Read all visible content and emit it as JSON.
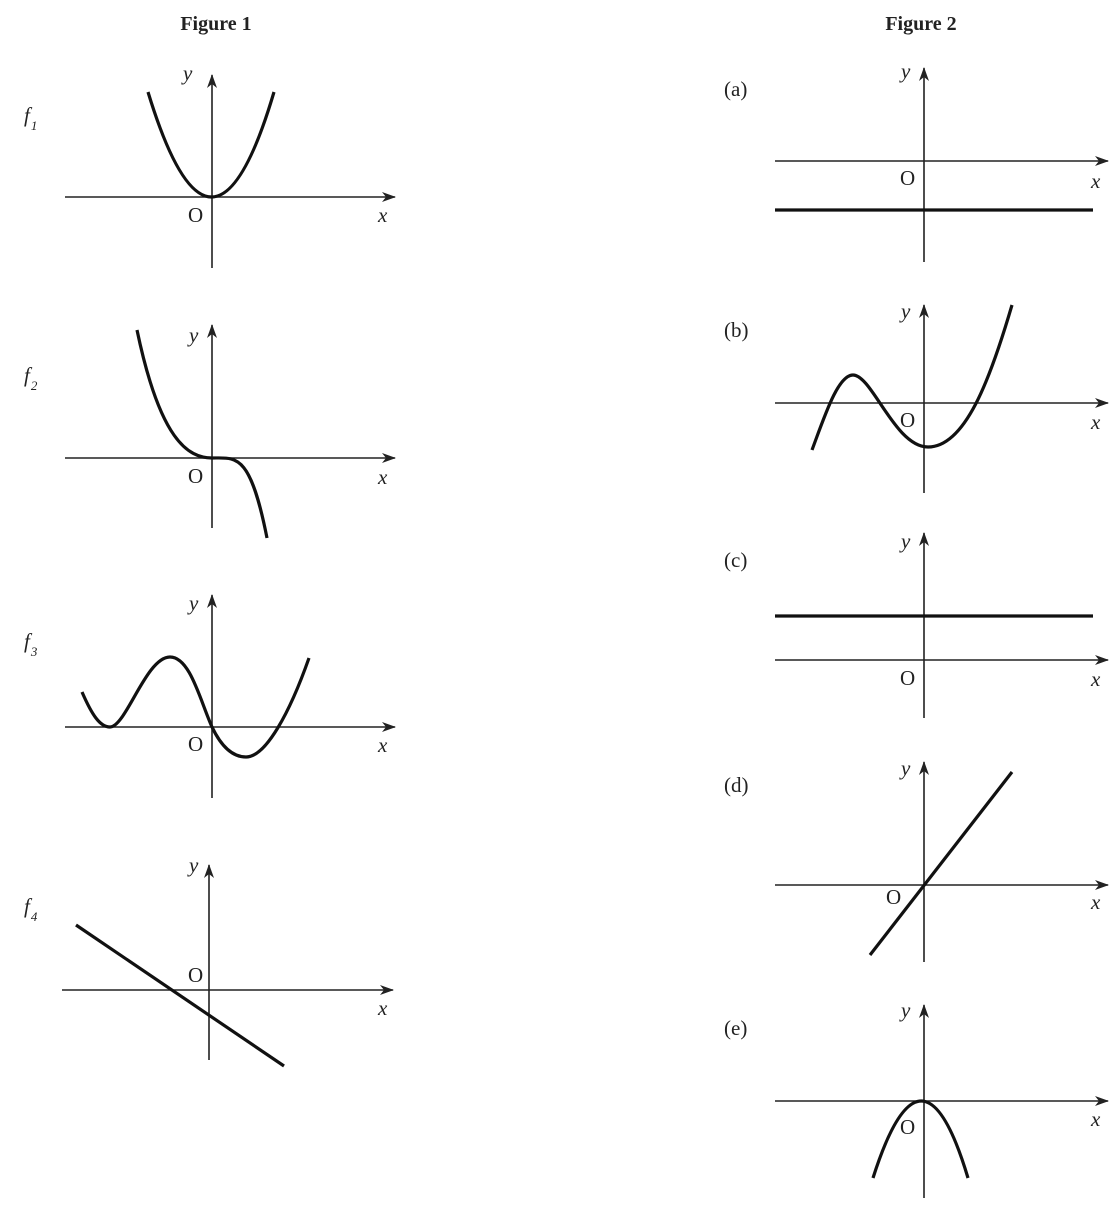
{
  "figure1": {
    "title": "Figure 1",
    "graphs": [
      {
        "name": "f",
        "sub": "1",
        "shape": "parabola opening upward, vertex at origin"
      },
      {
        "name": "f",
        "sub": "2",
        "shape": "decreasing cubic, flat at origin"
      },
      {
        "name": "f",
        "sub": "3",
        "shape": "quartic with local min touching x-axis, local max, passes through origin, local min"
      },
      {
        "name": "f",
        "sub": "4",
        "shape": "decreasing line with negative intercept"
      }
    ]
  },
  "figure2": {
    "title": "Figure 2",
    "graphs": [
      {
        "label": "(a)",
        "shape": "horizontal line below x-axis"
      },
      {
        "label": "(b)",
        "shape": "cubic with local max left and local min near origin"
      },
      {
        "label": "(c)",
        "shape": "horizontal line above x-axis"
      },
      {
        "label": "(d)",
        "shape": "increasing line through origin"
      },
      {
        "label": "(e)",
        "shape": "parabola opening downward, vertex at origin"
      }
    ]
  },
  "axes": {
    "x": "x",
    "y": "y",
    "origin": "O"
  },
  "colors": {
    "ink": "#111111",
    "background": "#ffffff"
  }
}
